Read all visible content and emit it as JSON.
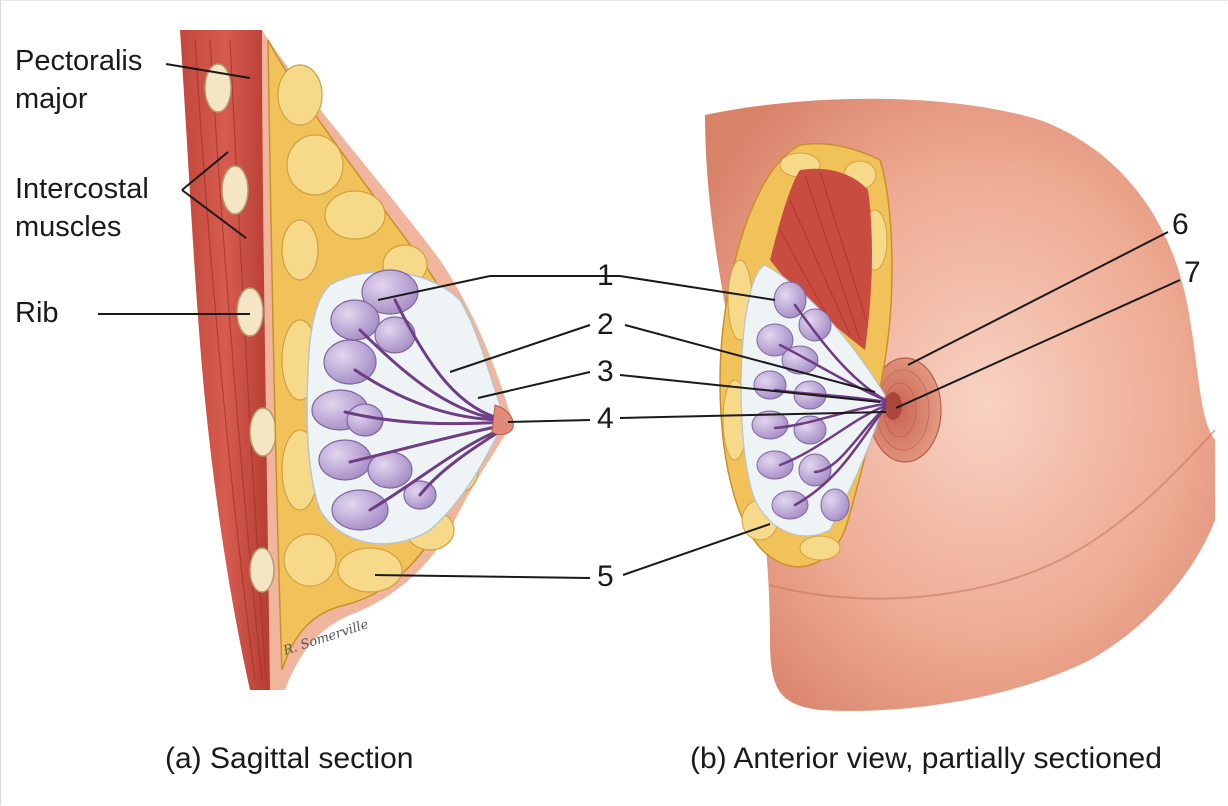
{
  "left_labels": {
    "pectoralis_line1": "Pectoralis",
    "pectoralis_line2": "major",
    "intercostal_line1": "Intercostal",
    "intercostal_line2": "muscles",
    "rib": "Rib"
  },
  "numbers": [
    "1",
    "2",
    "3",
    "4",
    "5",
    "6",
    "7"
  ],
  "signature": "R. Somerville",
  "captions": {
    "a": "(a) Sagittal section",
    "b": "(b) Anterior view, partially sectioned"
  }
}
